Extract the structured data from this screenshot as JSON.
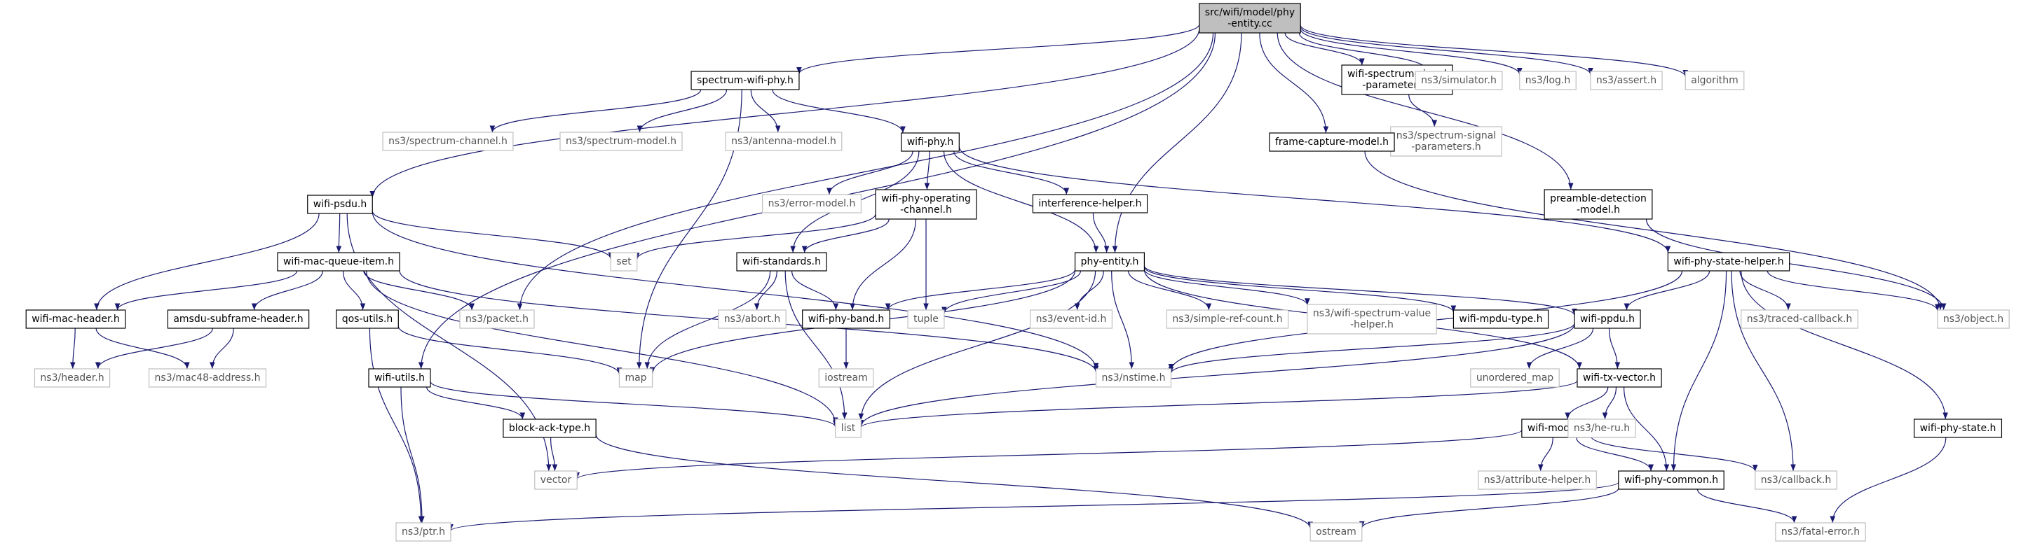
{
  "graph": {
    "root": "src/wifi/model/phy-entity.cc",
    "nodes": [
      {
        "id": "root",
        "lines": [
          "src/wifi/model/phy",
          "-entity.cc"
        ],
        "kind": "root"
      },
      {
        "id": "spectrum-wifi-phy",
        "lines": [
          "spectrum-wifi-phy.h"
        ],
        "kind": "local"
      },
      {
        "id": "wifi-spectrum-signal-params",
        "lines": [
          "wifi-spectrum-signal",
          "-parameters.h"
        ],
        "kind": "local"
      },
      {
        "id": "ns3-simulator",
        "lines": [
          "ns3/simulator.h"
        ],
        "kind": "external"
      },
      {
        "id": "ns3-log",
        "lines": [
          "ns3/log.h"
        ],
        "kind": "external"
      },
      {
        "id": "ns3-assert",
        "lines": [
          "ns3/assert.h"
        ],
        "kind": "external"
      },
      {
        "id": "algorithm",
        "lines": [
          "algorithm"
        ],
        "kind": "external"
      },
      {
        "id": "ns3-spectrum-channel",
        "lines": [
          "ns3/spectrum-channel.h"
        ],
        "kind": "external"
      },
      {
        "id": "ns3-spectrum-model",
        "lines": [
          "ns3/spectrum-model.h"
        ],
        "kind": "external"
      },
      {
        "id": "ns3-antenna-model",
        "lines": [
          "ns3/antenna-model.h"
        ],
        "kind": "external"
      },
      {
        "id": "ns3-spectrum-signal-params",
        "lines": [
          "ns3/spectrum-signal",
          "-parameters.h"
        ],
        "kind": "external"
      },
      {
        "id": "frame-capture-model",
        "lines": [
          "frame-capture-model.h"
        ],
        "kind": "local"
      },
      {
        "id": "wifi-phy",
        "lines": [
          "wifi-phy.h"
        ],
        "kind": "local"
      },
      {
        "id": "wifi-psdu",
        "lines": [
          "wifi-psdu.h"
        ],
        "kind": "local"
      },
      {
        "id": "ns3-error-model",
        "lines": [
          "ns3/error-model.h"
        ],
        "kind": "external"
      },
      {
        "id": "wifi-phy-operating-channel",
        "lines": [
          "wifi-phy-operating",
          "-channel.h"
        ],
        "kind": "local"
      },
      {
        "id": "interference-helper",
        "lines": [
          "interference-helper.h"
        ],
        "kind": "local"
      },
      {
        "id": "preamble-detection-model",
        "lines": [
          "preamble-detection",
          "-model.h"
        ],
        "kind": "local"
      },
      {
        "id": "set",
        "lines": [
          "set"
        ],
        "kind": "external"
      },
      {
        "id": "wifi-mac-queue-item",
        "lines": [
          "wifi-mac-queue-item.h"
        ],
        "kind": "local"
      },
      {
        "id": "wifi-standards",
        "lines": [
          "wifi-standards.h"
        ],
        "kind": "local"
      },
      {
        "id": "phy-entity",
        "lines": [
          "phy-entity.h"
        ],
        "kind": "local"
      },
      {
        "id": "wifi-phy-state-helper",
        "lines": [
          "wifi-phy-state-helper.h"
        ],
        "kind": "local"
      },
      {
        "id": "wifi-mac-header",
        "lines": [
          "wifi-mac-header.h"
        ],
        "kind": "local"
      },
      {
        "id": "amsdu-subframe-header",
        "lines": [
          "amsdu-subframe-header.h"
        ],
        "kind": "local"
      },
      {
        "id": "qos-utils",
        "lines": [
          "qos-utils.h"
        ],
        "kind": "local"
      },
      {
        "id": "ns3-packet",
        "lines": [
          "ns3/packet.h"
        ],
        "kind": "external"
      },
      {
        "id": "ns3-abort",
        "lines": [
          "ns3/abort.h"
        ],
        "kind": "external"
      },
      {
        "id": "wifi-phy-band",
        "lines": [
          "wifi-phy-band.h"
        ],
        "kind": "local"
      },
      {
        "id": "tuple",
        "lines": [
          "tuple"
        ],
        "kind": "external"
      },
      {
        "id": "ns3-event-id",
        "lines": [
          "ns3/event-id.h"
        ],
        "kind": "external"
      },
      {
        "id": "ns3-simple-ref-count",
        "lines": [
          "ns3/simple-ref-count.h"
        ],
        "kind": "external"
      },
      {
        "id": "ns3-wifi-spectrum-value-helper",
        "lines": [
          "ns3/wifi-spectrum-value",
          "-helper.h"
        ],
        "kind": "external"
      },
      {
        "id": "wifi-mpdu-type",
        "lines": [
          "wifi-mpdu-type.h"
        ],
        "kind": "local"
      },
      {
        "id": "wifi-ppdu",
        "lines": [
          "wifi-ppdu.h"
        ],
        "kind": "local"
      },
      {
        "id": "ns3-traced-callback",
        "lines": [
          "ns3/traced-callback.h"
        ],
        "kind": "external"
      },
      {
        "id": "ns3-object",
        "lines": [
          "ns3/object.h"
        ],
        "kind": "external"
      },
      {
        "id": "ns3-header",
        "lines": [
          "ns3/header.h"
        ],
        "kind": "external"
      },
      {
        "id": "ns3-mac48-address",
        "lines": [
          "ns3/mac48-address.h"
        ],
        "kind": "external"
      },
      {
        "id": "map",
        "lines": [
          "map"
        ],
        "kind": "external"
      },
      {
        "id": "iostream",
        "lines": [
          "iostream"
        ],
        "kind": "external"
      },
      {
        "id": "ns3-nstime",
        "lines": [
          "ns3/nstime.h"
        ],
        "kind": "external"
      },
      {
        "id": "unordered-map",
        "lines": [
          "unordered_map"
        ],
        "kind": "external"
      },
      {
        "id": "wifi-utils",
        "lines": [
          "wifi-utils.h"
        ],
        "kind": "local"
      },
      {
        "id": "wifi-tx-vector",
        "lines": [
          "wifi-tx-vector.h"
        ],
        "kind": "local"
      },
      {
        "id": "block-ack-type",
        "lines": [
          "block-ack-type.h"
        ],
        "kind": "local"
      },
      {
        "id": "list",
        "lines": [
          "list"
        ],
        "kind": "external"
      },
      {
        "id": "wifi-mode",
        "lines": [
          "wifi-mode.h"
        ],
        "kind": "local"
      },
      {
        "id": "ns3-he-ru",
        "lines": [
          "ns3/he-ru.h"
        ],
        "kind": "external"
      },
      {
        "id": "wifi-phy-state",
        "lines": [
          "wifi-phy-state.h"
        ],
        "kind": "local"
      },
      {
        "id": "vector",
        "lines": [
          "vector"
        ],
        "kind": "external"
      },
      {
        "id": "ns3-attribute-helper",
        "lines": [
          "ns3/attribute-helper.h"
        ],
        "kind": "external"
      },
      {
        "id": "wifi-phy-common",
        "lines": [
          "wifi-phy-common.h"
        ],
        "kind": "local"
      },
      {
        "id": "ns3-callback",
        "lines": [
          "ns3/callback.h"
        ],
        "kind": "external"
      },
      {
        "id": "ns3-ptr",
        "lines": [
          "ns3/ptr.h"
        ],
        "kind": "external"
      },
      {
        "id": "ostream",
        "lines": [
          "ostream"
        ],
        "kind": "external"
      },
      {
        "id": "ns3-fatal-error",
        "lines": [
          "ns3/fatal-error.h"
        ],
        "kind": "external"
      }
    ],
    "edges": [
      [
        "root",
        "spectrum-wifi-phy"
      ],
      [
        "root",
        "wifi-spectrum-signal-params"
      ],
      [
        "root",
        "ns3-simulator"
      ],
      [
        "root",
        "ns3-log"
      ],
      [
        "root",
        "ns3-assert"
      ],
      [
        "root",
        "algorithm"
      ],
      [
        "root",
        "frame-capture-model"
      ],
      [
        "root",
        "wifi-psdu"
      ],
      [
        "root",
        "phy-entity"
      ],
      [
        "root",
        "preamble-detection-model"
      ],
      [
        "root",
        "wifi-utils"
      ],
      [
        "root",
        "ns3-packet"
      ],
      [
        "spectrum-wifi-phy",
        "ns3-spectrum-channel"
      ],
      [
        "spectrum-wifi-phy",
        "ns3-spectrum-model"
      ],
      [
        "spectrum-wifi-phy",
        "ns3-antenna-model"
      ],
      [
        "spectrum-wifi-phy",
        "wifi-phy"
      ],
      [
        "spectrum-wifi-phy",
        "map"
      ],
      [
        "wifi-spectrum-signal-params",
        "ns3-spectrum-signal-params"
      ],
      [
        "frame-capture-model",
        "ns3-object"
      ],
      [
        "preamble-detection-model",
        "ns3-object"
      ],
      [
        "wifi-phy",
        "ns3-error-model"
      ],
      [
        "wifi-phy",
        "wifi-phy-operating-channel"
      ],
      [
        "wifi-phy",
        "interference-helper"
      ],
      [
        "wifi-phy",
        "wifi-standards"
      ],
      [
        "wifi-phy",
        "phy-entity"
      ],
      [
        "wifi-phy",
        "wifi-phy-state-helper"
      ],
      [
        "wifi-phy-operating-channel",
        "set"
      ],
      [
        "wifi-phy-operating-channel",
        "wifi-standards"
      ],
      [
        "wifi-phy-operating-channel",
        "wifi-phy-band"
      ],
      [
        "wifi-phy-operating-channel",
        "tuple"
      ],
      [
        "interference-helper",
        "phy-entity"
      ],
      [
        "wifi-psdu",
        "set"
      ],
      [
        "wifi-psdu",
        "wifi-mac-queue-item"
      ],
      [
        "wifi-psdu",
        "wifi-mac-header"
      ],
      [
        "wifi-psdu",
        "ns3-nstime"
      ],
      [
        "wifi-psdu",
        "vector"
      ],
      [
        "wifi-mac-queue-item",
        "wifi-mac-header"
      ],
      [
        "wifi-mac-queue-item",
        "amsdu-subframe-header"
      ],
      [
        "wifi-mac-queue-item",
        "qos-utils"
      ],
      [
        "wifi-mac-queue-item",
        "ns3-packet"
      ],
      [
        "wifi-mac-queue-item",
        "ns3-nstime"
      ],
      [
        "wifi-mac-queue-item",
        "list"
      ],
      [
        "wifi-mac-header",
        "ns3-header"
      ],
      [
        "wifi-mac-header",
        "ns3-mac48-address"
      ],
      [
        "amsdu-subframe-header",
        "ns3-header"
      ],
      [
        "amsdu-subframe-header",
        "ns3-mac48-address"
      ],
      [
        "qos-utils",
        "map"
      ],
      [
        "qos-utils",
        "ns3-ptr"
      ],
      [
        "wifi-standards",
        "map"
      ],
      [
        "wifi-standards",
        "ns3-abort"
      ],
      [
        "wifi-standards",
        "wifi-phy-band"
      ],
      [
        "wifi-standards",
        "list"
      ],
      [
        "wifi-phy-band",
        "iostream"
      ],
      [
        "phy-entity",
        "wifi-phy-band"
      ],
      [
        "phy-entity",
        "tuple"
      ],
      [
        "phy-entity",
        "ns3-event-id"
      ],
      [
        "phy-entity",
        "ns3-simple-ref-count"
      ],
      [
        "phy-entity",
        "ns3-wifi-spectrum-value-helper"
      ],
      [
        "phy-entity",
        "wifi-mpdu-type"
      ],
      [
        "phy-entity",
        "wifi-ppdu"
      ],
      [
        "phy-entity",
        "ns3-nstime"
      ],
      [
        "phy-entity",
        "map"
      ],
      [
        "phy-entity",
        "list"
      ],
      [
        "phy-entity",
        "wifi-tx-vector"
      ],
      [
        "wifi-phy-state-helper",
        "wifi-ppdu"
      ],
      [
        "wifi-phy-state-helper",
        "ns3-traced-callback"
      ],
      [
        "wifi-phy-state-helper",
        "ns3-object"
      ],
      [
        "wifi-phy-state-helper",
        "ns3-nstime"
      ],
      [
        "wifi-phy-state-helper",
        "wifi-phy-state"
      ],
      [
        "wifi-phy-state-helper",
        "ns3-callback"
      ],
      [
        "wifi-phy-state-helper",
        "wifi-phy-common"
      ],
      [
        "wifi-ppdu",
        "ns3-nstime"
      ],
      [
        "wifi-ppdu",
        "unordered-map"
      ],
      [
        "wifi-ppdu",
        "wifi-tx-vector"
      ],
      [
        "wifi-ppdu",
        "list"
      ],
      [
        "wifi-tx-vector",
        "list"
      ],
      [
        "wifi-tx-vector",
        "wifi-mode"
      ],
      [
        "wifi-tx-vector",
        "ns3-he-ru"
      ],
      [
        "wifi-tx-vector",
        "wifi-phy-common"
      ],
      [
        "wifi-utils",
        "list"
      ],
      [
        "wifi-utils",
        "block-ack-type"
      ],
      [
        "wifi-utils",
        "ns3-ptr"
      ],
      [
        "block-ack-type",
        "vector"
      ],
      [
        "block-ack-type",
        "ostream"
      ],
      [
        "wifi-mode",
        "vector"
      ],
      [
        "wifi-mode",
        "ns3-attribute-helper"
      ],
      [
        "wifi-mode",
        "wifi-phy-common"
      ],
      [
        "wifi-mode",
        "ns3-callback"
      ],
      [
        "wifi-phy-state",
        "ns3-fatal-error"
      ],
      [
        "wifi-phy-common",
        "ns3-ptr"
      ],
      [
        "wifi-phy-common",
        "ostream"
      ],
      [
        "wifi-phy-common",
        "ns3-fatal-error"
      ]
    ]
  },
  "colors": {
    "root_fill": "#bfbfbf",
    "local_border": "#000000",
    "external_border": "#bfbfbf",
    "external_text": "#555555",
    "edge": "#191970"
  }
}
